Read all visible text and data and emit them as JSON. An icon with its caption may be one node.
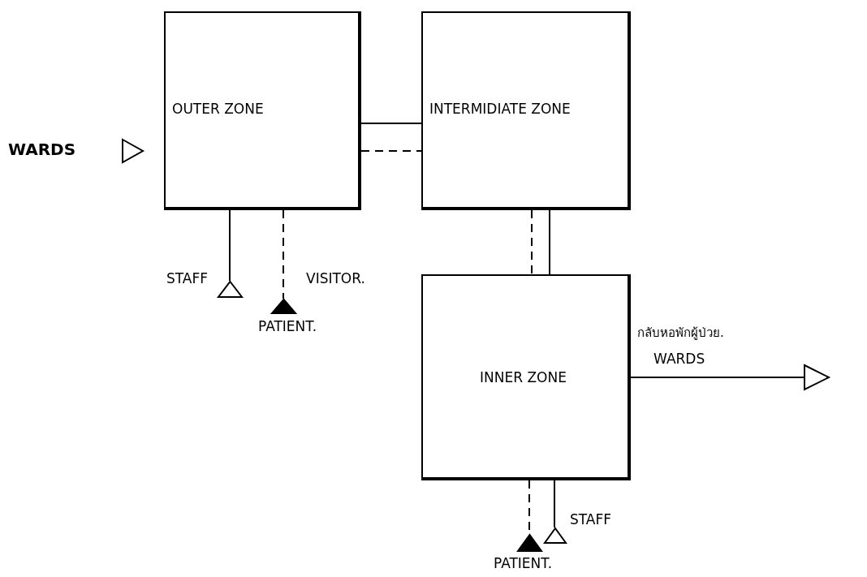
{
  "diagram": {
    "nodes": [
      {
        "text": [
          "OUTER ZONE"
        ]
      },
      {
        "text": [
          "INTERMIDIATE ZONE"
        ]
      },
      {
        "text": [
          "INNER ZONE"
        ]
      },
      {
        "text": [],
        "shape": "triangle",
        "beside": [
          "WARDS"
        ]
      },
      {
        "text": [],
        "shape": "triangle",
        "beside": [
          "STAFF"
        ]
      },
      {
        "text": [],
        "shape": "triangle",
        "beside": [
          "PATIENT."
        ]
      },
      {
        "text": [],
        "shape": "triangle",
        "beside": [
          "กลับหอพักผู้ป่วย.",
          "WARDS"
        ]
      },
      {
        "text": [],
        "shape": "triangle",
        "beside": [
          "STAFF"
        ]
      },
      {
        "text": [],
        "shape": "triangle",
        "beside": [
          "PATIENT."
        ]
      }
    ],
    "edges": [
      {
        "from": 0,
        "to": 1,
        "arrow": "none"
      },
      {
        "from": 0,
        "to": 1,
        "arrow": "none",
        "style": "dashed"
      },
      {
        "from": 1,
        "to": 2,
        "arrow": "none",
        "style": "dashed"
      },
      {
        "from": 1,
        "to": 2,
        "arrow": "none"
      },
      {
        "from": 0,
        "to": 4,
        "arrow": "none"
      },
      {
        "from": 0,
        "to": 5,
        "arrow": "none",
        "style": "dashed"
      },
      {
        "from": 2,
        "to": 6,
        "arrow": "none"
      },
      {
        "from": 2,
        "to": 8,
        "arrow": "none",
        "style": "dashed"
      },
      {
        "from": 2,
        "to": 7,
        "arrow": "none"
      }
    ],
    "labels": [
      "VISITOR."
    ]
  }
}
